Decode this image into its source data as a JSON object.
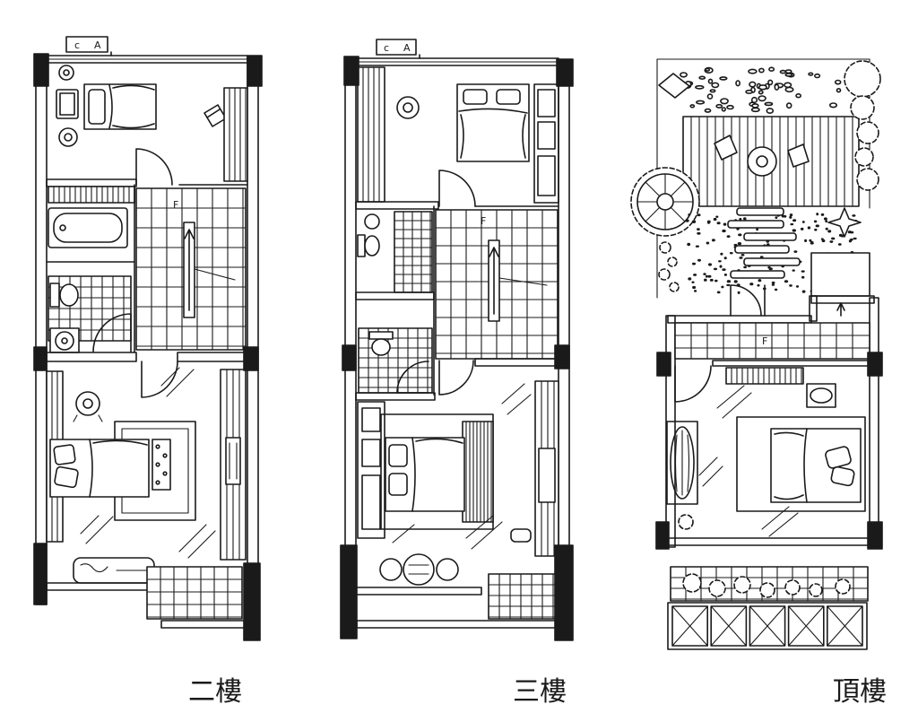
{
  "colors": {
    "ink": "#1a1a1a",
    "paper": "#ffffff"
  },
  "floors": [
    {
      "label": "二樓",
      "tag": [
        "c",
        "A"
      ],
      "stair_mark": "F"
    },
    {
      "label": "三樓",
      "tag": [
        "c",
        "A"
      ],
      "stair_mark": "F"
    },
    {
      "label": "頂樓",
      "stair_mark": "F"
    }
  ]
}
